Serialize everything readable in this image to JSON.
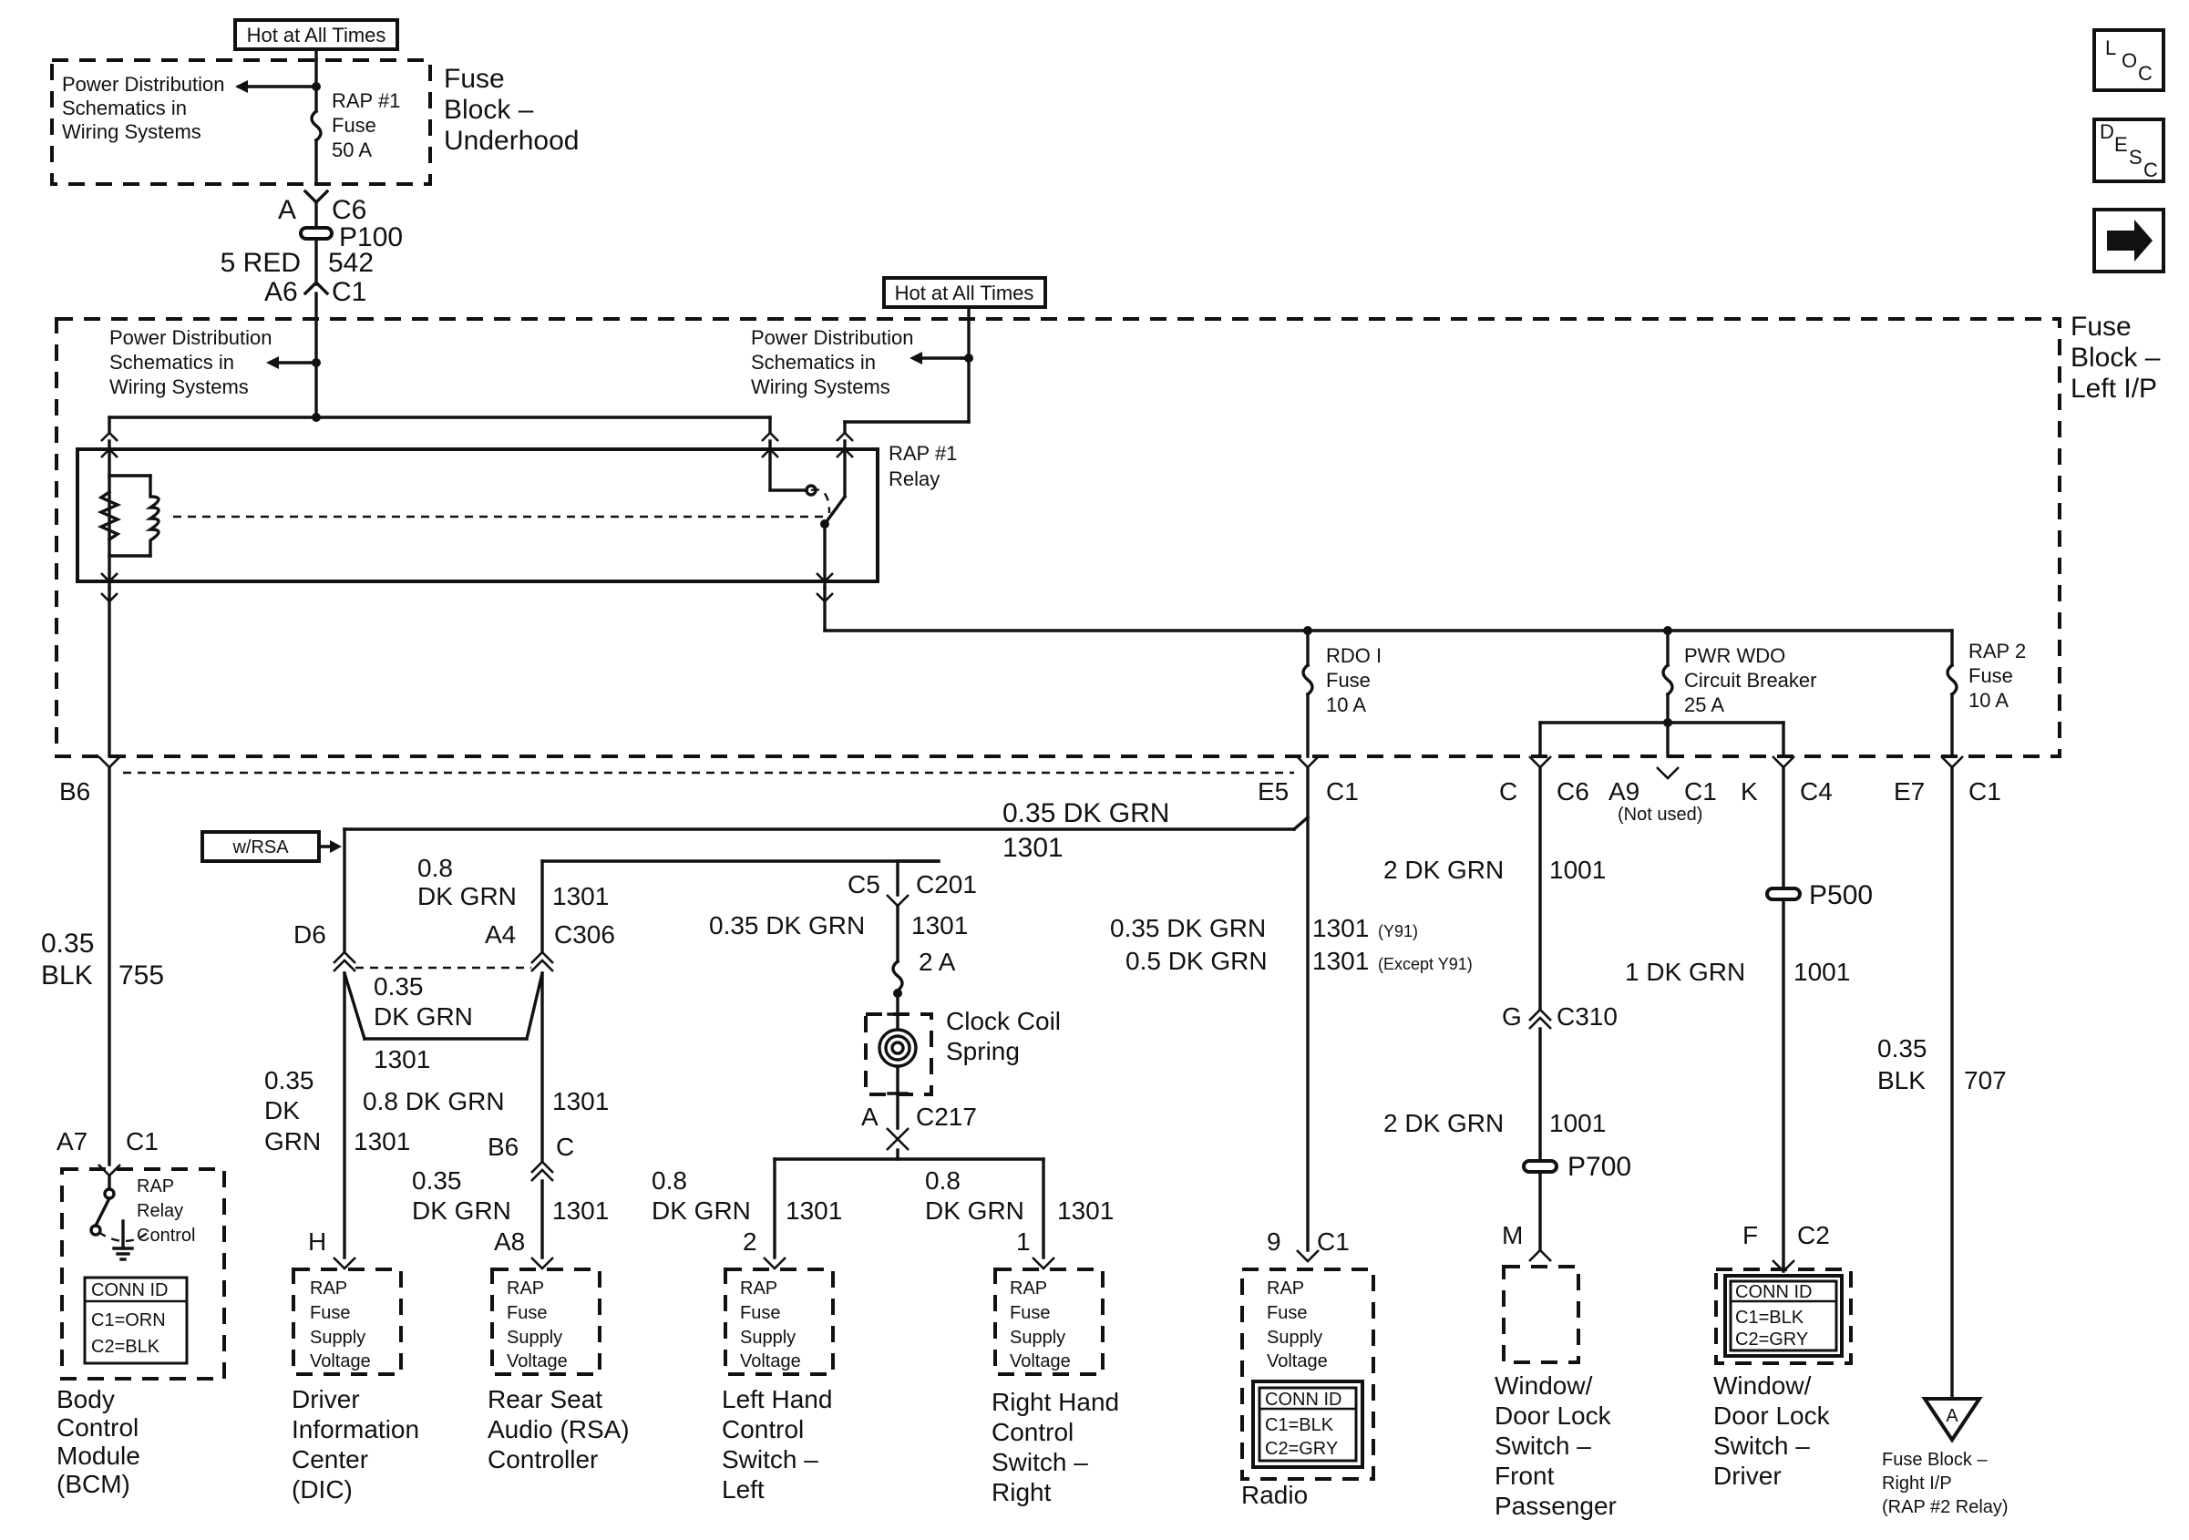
{
  "hot_label": "Hot at All Times",
  "fuse_block_underhood": {
    "title": [
      "Fuse",
      "Block –",
      "Underhood"
    ],
    "power_dist_text": [
      "Power Distribution",
      "Schematics in",
      "Wiring Systems"
    ],
    "fuse_text": [
      "RAP #1",
      "Fuse",
      "50 A"
    ]
  },
  "p100": {
    "pin_top": "A",
    "conn_top": "C6",
    "name": "P100",
    "wire": "5 RED",
    "circuit": "542",
    "pin_bottom": "A6",
    "conn_bottom": "C1"
  },
  "fuse_block_left_ip": {
    "title": [
      "Fuse",
      "Block –",
      "Left I/P"
    ],
    "power_dist_text": [
      "Power Distribution",
      "Schematics in",
      "Wiring Systems"
    ],
    "relay_label": [
      "RAP #1",
      "Relay"
    ],
    "rdo_fuse": [
      "RDO I",
      "Fuse",
      "10 A"
    ],
    "pwr_wdo": [
      "PWR WDO",
      "Circuit Breaker",
      "25 A"
    ],
    "rap2_fuse": [
      "RAP 2",
      "Fuse",
      "10 A"
    ]
  },
  "connectors": {
    "b6": "B6",
    "e5": "E5",
    "e5_c1": "C1",
    "c": "C",
    "c6": "C6",
    "a9": "A9",
    "a9_c1": "C1",
    "not_used": "(Not used)",
    "k": "K",
    "c4": "C4",
    "e7": "E7",
    "e7_c1": "C1"
  },
  "wires": {
    "bcm_wire": [
      "0.35",
      "BLK"
    ],
    "bcm_circuit": "755",
    "dic_feed_wire": "0.35 DK GRN",
    "dic_feed_circuit": "1301",
    "rsa_opt": "w/RSA",
    "c306_wire": [
      "0.8",
      "DK GRN"
    ],
    "c306_circuit": "1301",
    "d6": "D6",
    "a4": "A4",
    "c306": "C306",
    "jumper_wire": [
      "0.35",
      "DK GRN"
    ],
    "jumper_circuit": "1301",
    "dic_wire": [
      "0.35",
      "DK",
      "GRN"
    ],
    "dic_circuit": "1301",
    "rsa_wire": "0.8 DK GRN",
    "rsa_circuit": "1301",
    "b6c_pin": "B6",
    "b6c_conn": "C",
    "a8_wire": [
      "0.35",
      "DK GRN"
    ],
    "a8_circuit": "1301",
    "a8": "A8",
    "c5": "C5",
    "c201": "C201",
    "steer_wire": "0.35 DK GRN",
    "steer_circuit": "1301",
    "fuse_2a": "2 A",
    "clock_spring": [
      "Clock Coil",
      "Spring"
    ],
    "c217_pin": "A",
    "c217": "C217",
    "left_wire": [
      "0.8",
      "DK GRN"
    ],
    "left_circuit": "1301",
    "left_pin": "2",
    "right_wire": [
      "0.8",
      "DK GRN"
    ],
    "right_circuit": "1301",
    "right_pin": "1",
    "radio_wire1": "0.35 DK GRN",
    "radio_circuit1": "1301",
    "radio_note1": "(Y91)",
    "radio_wire2": "0.5 DK GRN",
    "radio_circuit2": "1301",
    "radio_note2": "(Except Y91)",
    "pass_wire1": "2 DK GRN",
    "pass_circuit1": "1001",
    "g": "G",
    "c310": "C310",
    "pass_wire2": "2 DK GRN",
    "pass_circuit2": "1001",
    "p700": "P700",
    "m": "M",
    "p500": "P500",
    "drv_wire": "1 DK GRN",
    "drv_circuit": "1001",
    "f": "F",
    "c2": "C2",
    "rap2_wire": [
      "0.35",
      "BLK"
    ],
    "rap2_circuit": "707"
  },
  "components": {
    "bcm": {
      "pin": "A7",
      "conn": "C1",
      "inner": [
        "RAP",
        "Relay",
        "Control"
      ],
      "conn_id": [
        "CONN ID",
        "C1=ORN",
        "C2=BLK"
      ],
      "name": [
        "Body",
        "Control",
        "Module",
        "(BCM)"
      ]
    },
    "dic": {
      "pin": "H",
      "inner": [
        "RAP",
        "Fuse",
        "Supply",
        "Voltage"
      ],
      "name": [
        "Driver",
        "Information",
        "Center",
        "(DIC)"
      ]
    },
    "rsa": {
      "inner": [
        "RAP",
        "Fuse",
        "Supply",
        "Voltage"
      ],
      "name": [
        "Rear Seat",
        "Audio (RSA)",
        "Controller"
      ]
    },
    "left_switch": {
      "inner": [
        "RAP",
        "Fuse",
        "Supply",
        "Voltage"
      ],
      "name": [
        "Left Hand",
        "Control",
        "Switch –",
        "Left"
      ]
    },
    "right_switch": {
      "inner": [
        "RAP",
        "Fuse",
        "Supply",
        "Voltage"
      ],
      "name": [
        "Right Hand",
        "Control",
        "Switch –",
        "Right"
      ]
    },
    "radio": {
      "pin": "9",
      "conn": "C1",
      "inner": [
        "RAP",
        "Fuse",
        "Supply",
        "Voltage"
      ],
      "conn_id": [
        "CONN ID",
        "C1=BLK",
        "C2=GRY"
      ],
      "name": [
        "Radio"
      ]
    },
    "front_passenger": {
      "name": [
        "Window/",
        "Door Lock",
        "Switch –",
        "Front",
        "Passenger"
      ]
    },
    "driver_switch": {
      "conn_id": [
        "CONN ID",
        "C1=BLK",
        "C2=GRY"
      ],
      "name": [
        "Window/",
        "Door Lock",
        "Switch –",
        "Driver"
      ]
    },
    "rap2_ref": {
      "symbol": "A",
      "name": [
        "Fuse Block –",
        "Right I/P",
        "(RAP #2 Relay)"
      ]
    }
  },
  "nav": {
    "loc_icon": [
      "L",
      "O",
      "C"
    ],
    "desc_icon": [
      "D",
      "E",
      "S",
      "C"
    ],
    "next_icon": "arrow-right"
  }
}
